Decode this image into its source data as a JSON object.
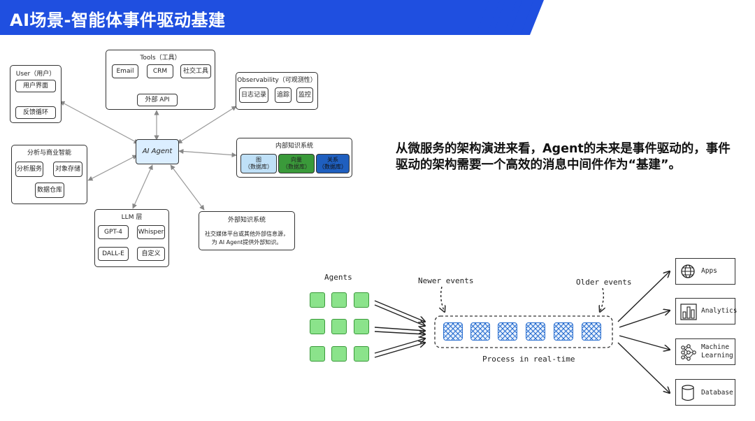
{
  "header": {
    "title": "AI场景-智能体事件驱动基建"
  },
  "arch": {
    "center": "AI Agent",
    "user": {
      "title": "User（用户）",
      "ui": "用户界面",
      "feedback": "反馈循环"
    },
    "tools": {
      "title": "Tools（工具）",
      "email": "Email",
      "crm": "CRM",
      "social": "社交工具",
      "api": "外部 API"
    },
    "observability": {
      "title": "Observability（可观测性）",
      "logs": "日志记录",
      "trace": "追踪",
      "monitor": "监控"
    },
    "analytics": {
      "title": "分析与商业智能",
      "service": "分析服务",
      "objstore": "对象存储",
      "warehouse": "数据仓库"
    },
    "knowledge": {
      "title": "内部知识系统",
      "graph": "图\n（数据库）",
      "vector": "向量\n（数据库）",
      "relation": "关系\n（数据库）"
    },
    "llm": {
      "title": "LLM 层",
      "gpt4": "GPT-4",
      "whisper": "Whisper",
      "dalle": "DALL-E",
      "custom": "自定义"
    },
    "external": {
      "title": "外部知识系统",
      "line1": "社交媒体平台或其他外部信息源，",
      "line2": "为 AI Agent提供外部知识。"
    }
  },
  "description": "从微服务的架构演进来看，Agent的未来是事件驱动的，事件驱动的架构需要一个高效的消息中间件作为“基建”。",
  "stream": {
    "agents_label": "Agents",
    "newer_label": "Newer events",
    "older_label": "Older events",
    "process_label": "Process in real-time",
    "sinks": [
      {
        "label": "Apps",
        "icon": "globe-icon"
      },
      {
        "label": "Analytics",
        "icon": "bar-chart-icon"
      },
      {
        "label": "Machine\nLearning",
        "icon": "neural-network-icon"
      },
      {
        "label": "Database",
        "icon": "database-icon"
      }
    ]
  },
  "colors": {
    "header": "#1f4fe0",
    "agent_green": "#8be38b",
    "event_blue": "#2a6fd0",
    "center_blue": "#dbeeff",
    "graph_fill": "#bfe0f7",
    "vector_fill": "#3a9a3a",
    "relation_fill": "#1f5fbf"
  }
}
